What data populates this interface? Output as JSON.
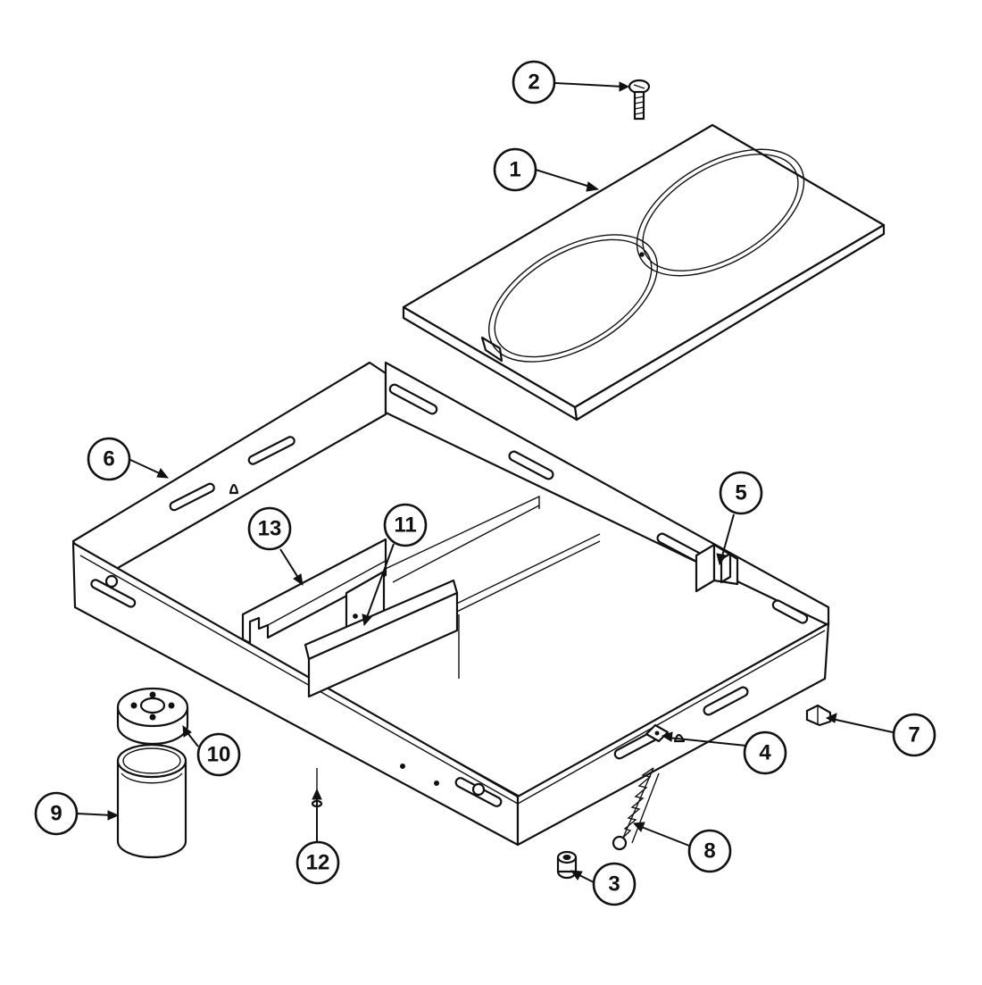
{
  "diagram": {
    "type": "exploded-parts-diagram",
    "line_color": "#111111",
    "background": "#ffffff",
    "callouts": [
      {
        "label": "1",
        "part": "cooktop-panel"
      },
      {
        "label": "2",
        "part": "screw"
      },
      {
        "label": "3",
        "part": "nut"
      },
      {
        "label": "4",
        "part": "clip"
      },
      {
        "label": "5",
        "part": "bracket"
      },
      {
        "label": "6",
        "part": "cooktop-box"
      },
      {
        "label": "7",
        "part": "retainer-clip"
      },
      {
        "label": "8",
        "part": "spring"
      },
      {
        "label": "9",
        "part": "jar"
      },
      {
        "label": "10",
        "part": "jar-lid"
      },
      {
        "label": "11",
        "part": "support-channel"
      },
      {
        "label": "12",
        "part": "pin"
      },
      {
        "label": "13",
        "part": "baffle"
      }
    ]
  }
}
